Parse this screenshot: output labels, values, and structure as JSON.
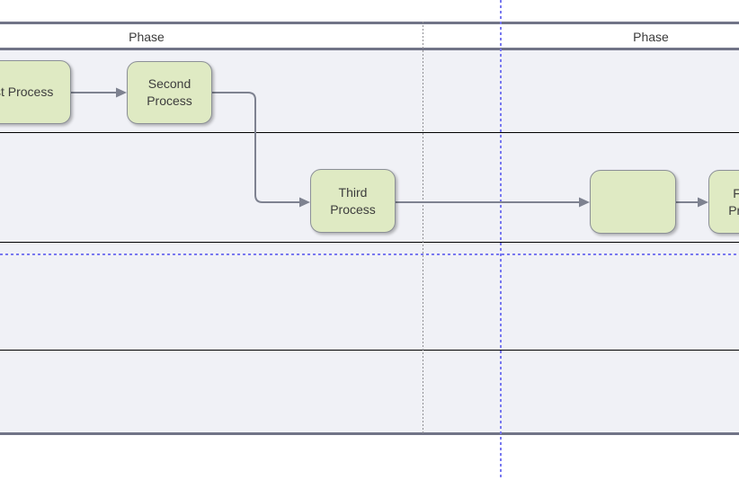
{
  "pool": {
    "phase_labels": [
      "Phase",
      "Phase"
    ]
  },
  "nodes": [
    {
      "label": "First Process"
    },
    {
      "label": "Second Process"
    },
    {
      "label": "Third Process"
    },
    {
      "label": ""
    },
    {
      "label": "Fourth Process"
    }
  ],
  "connectors": [
    {
      "from": "First Process",
      "to": "Second Process"
    },
    {
      "from": "Second Process",
      "to": "Third Process"
    },
    {
      "from": "Third Process",
      "to": "(unlabeled process)"
    },
    {
      "from": "(unlabeled process)",
      "to": "Fourth Process"
    }
  ],
  "colors": {
    "canvas_bg": "#ffffff",
    "lane_fill": "#f0f1f6",
    "pool_border": "#717487",
    "lane_divider": "#000000",
    "phase_divider": "#8f8f94",
    "page_break": "#7878f0",
    "node_fill": "#dfeac3",
    "node_border": "#8c9097",
    "node_text": "#3d3d3d",
    "connector": "#7e8290"
  }
}
